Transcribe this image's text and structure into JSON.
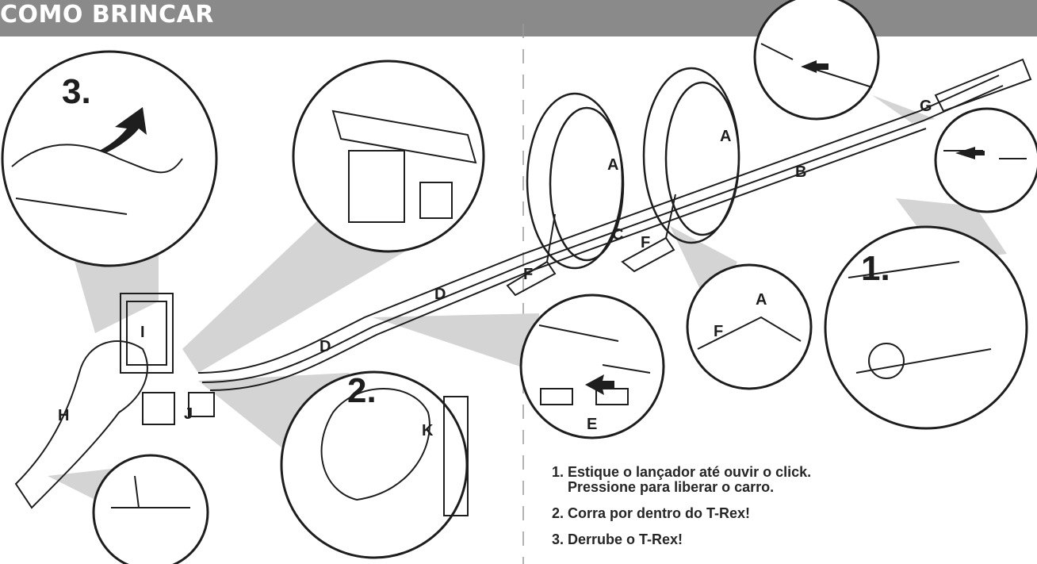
{
  "header": {
    "title": "COMO BRINCAR",
    "bg_color": "#8a8a8a",
    "text_color": "#ffffff"
  },
  "callouts": {
    "one": "1.",
    "two": "2.",
    "three": "3."
  },
  "labels": {
    "A1": "A",
    "A2": "A",
    "A3": "A",
    "B": "B",
    "C": "C",
    "D1": "D",
    "D2": "D",
    "E": "E",
    "F1": "F",
    "F2": "F",
    "F3": "F",
    "G": "G",
    "H": "H",
    "I": "I",
    "J": "J",
    "K": "K"
  },
  "steps": [
    {
      "text": "1. Estique o lançador até ouvir o click.\n    Pressione para liberar o carro."
    },
    {
      "text": "2. Corra por dentro do T-Rex!"
    },
    {
      "text": "3. Derrube o T-Rex!"
    }
  ],
  "icons": [
    "arrow-icon",
    "track-icon",
    "loop-icon",
    "trex-icon",
    "launcher-icon"
  ]
}
